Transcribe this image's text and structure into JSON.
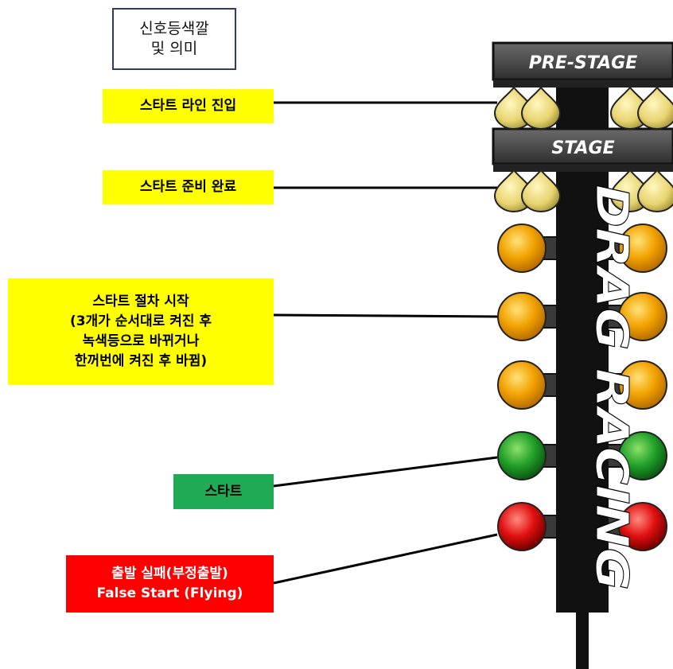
{
  "title": {
    "line1": "신호등색깔",
    "line2": "및 의미"
  },
  "labels": {
    "pre_stage": "스타트 라인 진입",
    "stage": "스타트 준비 완료",
    "countdown": [
      "스타트 절차 시작",
      "(3개가 순서대로 켜진 후",
      "녹색등으로 바뀌거나",
      "한꺼번에 켜진 후 바뀜)"
    ],
    "start": "스타트",
    "false_start": [
      "출발 실패(부정출발)",
      "False Start (Flying)"
    ]
  },
  "tree": {
    "pre_stage_sign": "PRE-STAGE",
    "stage_sign": "STAGE",
    "pole_text": "DRAG RACING"
  },
  "colors": {
    "label_yellow": "#ffff00",
    "label_green": "#1faa55",
    "label_red": "#ff0000",
    "amber_light": "#f2a200",
    "green_light": "#22a12a",
    "red_light": "#e01010",
    "staging_bulb": "#e8d470",
    "tree_body": "#111111",
    "sign_grey": "#4a4a4a"
  },
  "icons": [
    "staging-bulb-icon",
    "amber-light-icon",
    "green-light-icon",
    "red-light-icon"
  ]
}
